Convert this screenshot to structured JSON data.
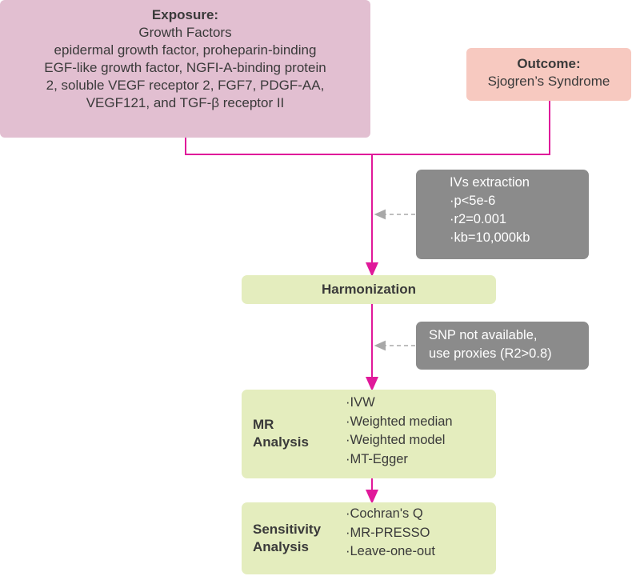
{
  "exposure": {
    "title": "Exposure:",
    "lines": [
      "Growth Factors",
      "epidermal growth factor, proheparin-binding",
      "EGF-like growth factor, NGFI-A-binding protein",
      "2, soluble VEGF receptor 2, FGF7, PDGF-AA,",
      "VEGF121, and TGF-β receptor II"
    ]
  },
  "outcome": {
    "title": "Outcome:",
    "text": "Sjogren’s Syndrome"
  },
  "ivs": {
    "title": "IVs extraction",
    "items": [
      "·p<5e-6",
      "·r2=0.001",
      "·kb=10,000kb"
    ]
  },
  "harmonization": {
    "label": "Harmonization"
  },
  "snp": {
    "lines": [
      "SNP not available,",
      "use proxies (R2>0.8)"
    ]
  },
  "mr": {
    "label_lines": [
      "MR",
      "Analysis"
    ],
    "items": [
      "·IVW",
      "·Weighted median",
      "·Weighted model",
      "·MT-Egger"
    ]
  },
  "sensitivity": {
    "label_lines": [
      "Sensitivity",
      "Analysis"
    ],
    "items": [
      "·Cochran's Q",
      "·MR-PRESSO",
      "·Leave-one-out"
    ]
  },
  "colors": {
    "flow_line": "#e0199a",
    "dashed_arrow": "#a8a8a8",
    "exposure_fill": "#e2bfd1",
    "outcome_fill": "#f7c9c0",
    "step_fill": "#e4edbe",
    "note_fill": "#8b8b8b"
  }
}
